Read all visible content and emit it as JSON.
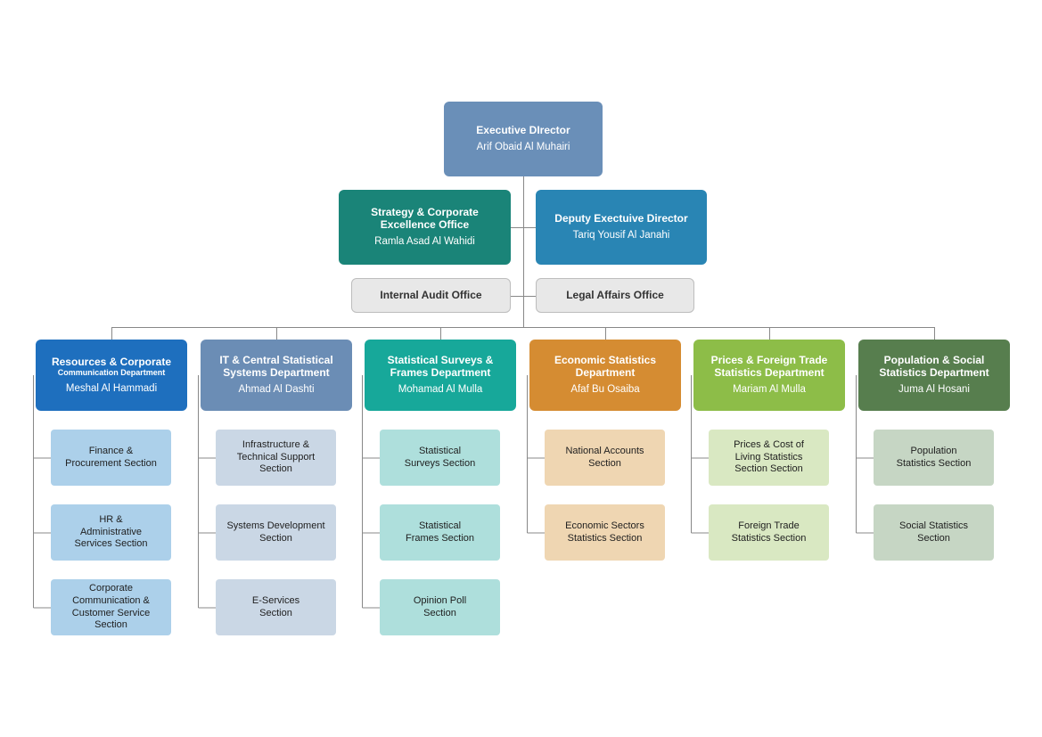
{
  "executive": {
    "title": "Executive DIrector",
    "name": "Arif Obaid Al Muhairi",
    "color": "#6a8fb8"
  },
  "strategy": {
    "title_line1": "Strategy & Corporate",
    "title_line2": "Excellence Office",
    "name": "Ramla Asad Al Wahidi",
    "color": "#1a8478"
  },
  "deputy": {
    "title": "Deputy  Exectuive Director",
    "name": "Tariq Yousif Al Janahi",
    "color": "#2985b4"
  },
  "internal_audit": {
    "title": "Internal Audit Office"
  },
  "legal_affairs": {
    "title": "Legal Affairs Office"
  },
  "departments": [
    {
      "title_line1": "Resources & Corporate",
      "title_line2": "Communication Department",
      "name": "Meshal Al Hammadi",
      "color": "#1e6fbe",
      "section_color": "#acd0ea",
      "sections": [
        [
          "Finance &",
          "Procurement Section"
        ],
        [
          "HR &",
          "Administrative",
          "Services Section"
        ],
        [
          "Corporate",
          "Communication &",
          "Customer Service",
          "Section"
        ]
      ]
    },
    {
      "title_line1": "IT & Central Statistical",
      "title_line2": "Systems Department",
      "name": "Ahmad Al Dashti",
      "color": "#6b8db5",
      "section_color": "#cad7e5",
      "sections": [
        [
          "Infrastructure &",
          "Technical Support",
          "Section"
        ],
        [
          "Systems Development",
          "Section"
        ],
        [
          "E-Services",
          "Section"
        ]
      ]
    },
    {
      "title_line1": "Statistical Surveys &",
      "title_line2": "Frames Department",
      "name": "Mohamad Al Mulla",
      "color": "#17a89a",
      "section_color": "#aedfdc",
      "sections": [
        [
          "Statistical",
          "Surveys Section"
        ],
        [
          "Statistical",
          "Frames Section"
        ],
        [
          "Opinion Poll",
          "Section"
        ]
      ]
    },
    {
      "title_line1": "Economic Statistics",
      "title_line2": "Department",
      "name": "Afaf Bu Osaiba",
      "color": "#d58c32",
      "section_color": "#efd6b2",
      "sections": [
        [
          "National Accounts",
          "Section"
        ],
        [
          "Economic Sectors",
          "Statistics Section"
        ]
      ]
    },
    {
      "title_line1": "Prices & Foreign Trade",
      "title_line2": "Statistics Department",
      "name": "Mariam Al Mulla",
      "color": "#8dbd48",
      "section_color": "#d9e8c2",
      "sections": [
        [
          "Prices & Cost of",
          "Living Statistics",
          "Section Section"
        ],
        [
          "Foreign Trade",
          "Statistics Section"
        ]
      ]
    },
    {
      "title_line1": "Population & Social",
      "title_line2": "Statistics Department",
      "name": "Juma Al Hosani",
      "color": "#577e4e",
      "section_color": "#c6d6c4",
      "sections": [
        [
          "Population",
          "Statistics Section"
        ],
        [
          "Social Statistics",
          "Section"
        ]
      ]
    }
  ]
}
